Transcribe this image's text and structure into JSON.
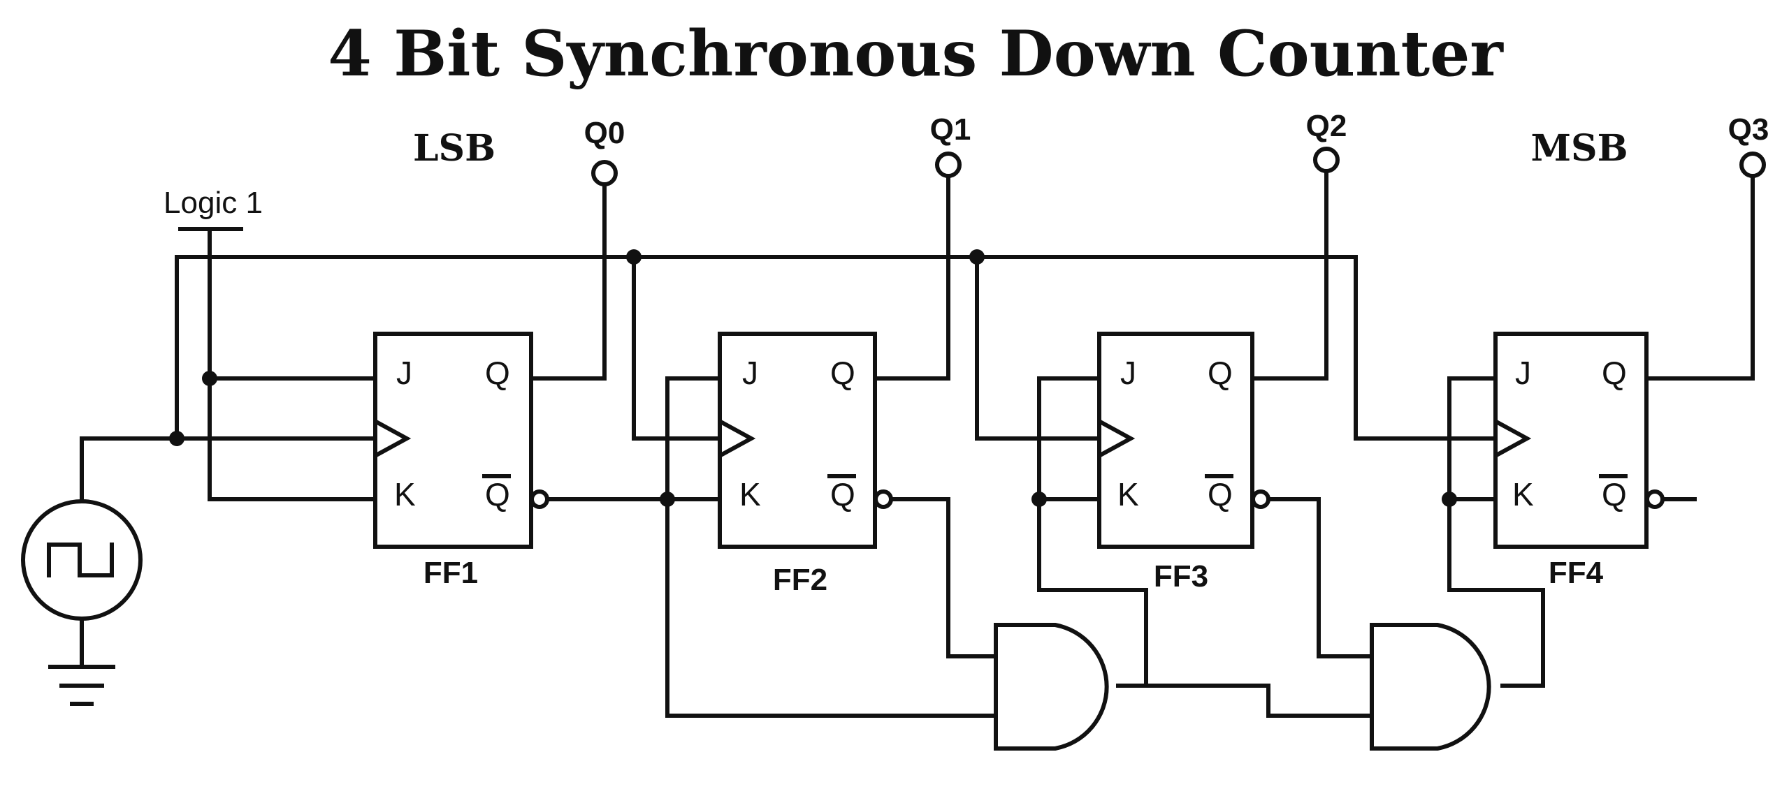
{
  "title": "4 Bit Synchronous Down Counter",
  "labels": {
    "lsb": "LSB",
    "msb": "MSB",
    "logic1": "Logic 1"
  },
  "outputs": [
    "Q0",
    "Q1",
    "Q2",
    "Q3"
  ],
  "flipflops": [
    "FF1",
    "FF2",
    "FF3",
    "FF4"
  ],
  "pins": {
    "j": "J",
    "k": "K",
    "q": "Q",
    "qbar": "Q"
  }
}
